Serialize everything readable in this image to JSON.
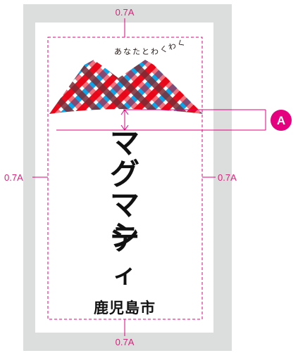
{
  "margins": {
    "top": "0.7A",
    "bottom": "0.7A",
    "left": "0.7A",
    "right": "0.7A"
  },
  "tagline": [
    "あ",
    "な",
    "た",
    "と",
    "わ",
    "く",
    "わ",
    "く"
  ],
  "title_chars": [
    "マ",
    "グ",
    "マ",
    "シ",
    "テ",
    "ィ"
  ],
  "city_name": "鹿児島市",
  "marker_label": "A",
  "colors": {
    "guide": "#e4007f",
    "frame": "#dcdddd",
    "red": "#e60012",
    "blue": "#00a0e9",
    "maroon": "#7a2a34",
    "text": "#111111"
  },
  "icons": {
    "mountain": "checkered-mountain-icon"
  }
}
